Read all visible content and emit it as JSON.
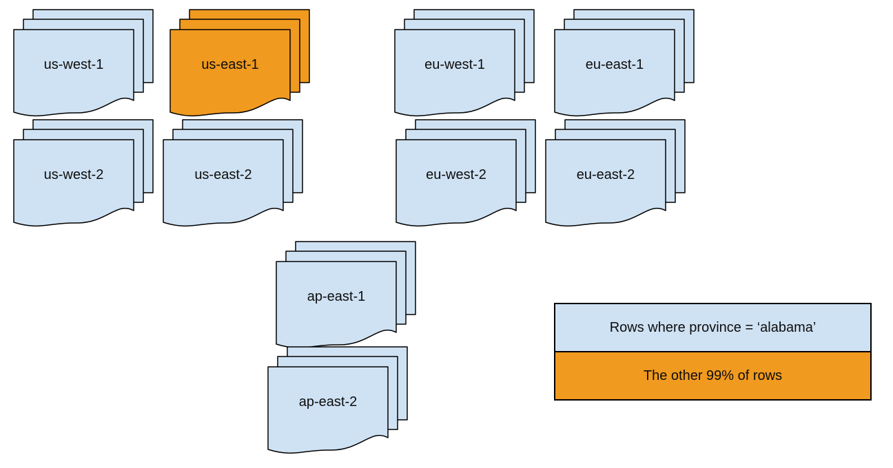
{
  "diagram": {
    "stacks": [
      {
        "label": "us-west-1",
        "color": "blue"
      },
      {
        "label": "us-east-1",
        "color": "orange"
      },
      {
        "label": "eu-west-1",
        "color": "blue"
      },
      {
        "label": "eu-east-1",
        "color": "blue"
      },
      {
        "label": "us-west-2",
        "color": "blue"
      },
      {
        "label": "us-east-2",
        "color": "blue"
      },
      {
        "label": "eu-west-2",
        "color": "blue"
      },
      {
        "label": "eu-east-2",
        "color": "blue"
      },
      {
        "label": "ap-east-1",
        "color": "blue"
      },
      {
        "label": "ap-east-2",
        "color": "blue"
      }
    ],
    "legend": {
      "rows": [
        {
          "label": "Rows where province = ‘alabama’",
          "color": "blue"
        },
        {
          "label": "The other 99% of rows",
          "color": "orange"
        }
      ]
    }
  },
  "colors": {
    "page-blue": "#cfe2f3",
    "page-orange": "#f09a1f",
    "outline": "#000000",
    "text": "#0d0d0d"
  }
}
